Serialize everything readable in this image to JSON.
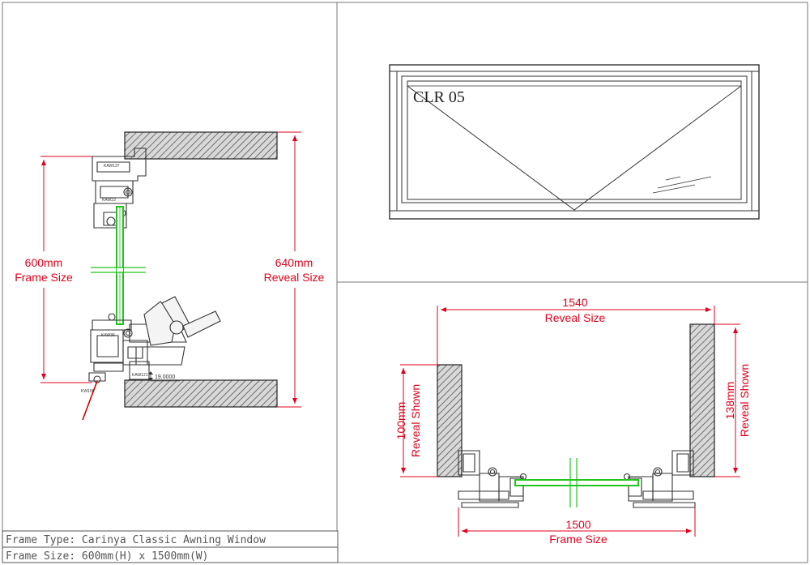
{
  "section_view": {
    "frame_dim": {
      "line1": "600mm",
      "line2": "Frame Size"
    },
    "reveal_dim": {
      "line1": "640mm",
      "line2": "Reveal Size"
    },
    "gap_dim": "19.0000",
    "part_labels": [
      "KAW137",
      "KAW23",
      "KAW36",
      "KAW121",
      "KW100"
    ]
  },
  "elevation": {
    "label": "CLR 05"
  },
  "plan_view": {
    "reveal_width": {
      "value": "1540",
      "label": "Reveal Size"
    },
    "frame_width": {
      "value": "1500",
      "label": "Frame Size"
    },
    "left_reveal": {
      "line1": "100mm",
      "line2": "Reveal Shown"
    },
    "right_reveal": {
      "line1": "138mm",
      "line2": "Reveal Shown"
    }
  },
  "title_block": {
    "row1": "Frame Type: Carinya Classic Awning Window",
    "row2": "Frame Size: 600mm(H) x 1500mm(W)"
  },
  "colors": {
    "dimension": "#e0001b",
    "glass": "#22c51f",
    "line": "#333333"
  }
}
